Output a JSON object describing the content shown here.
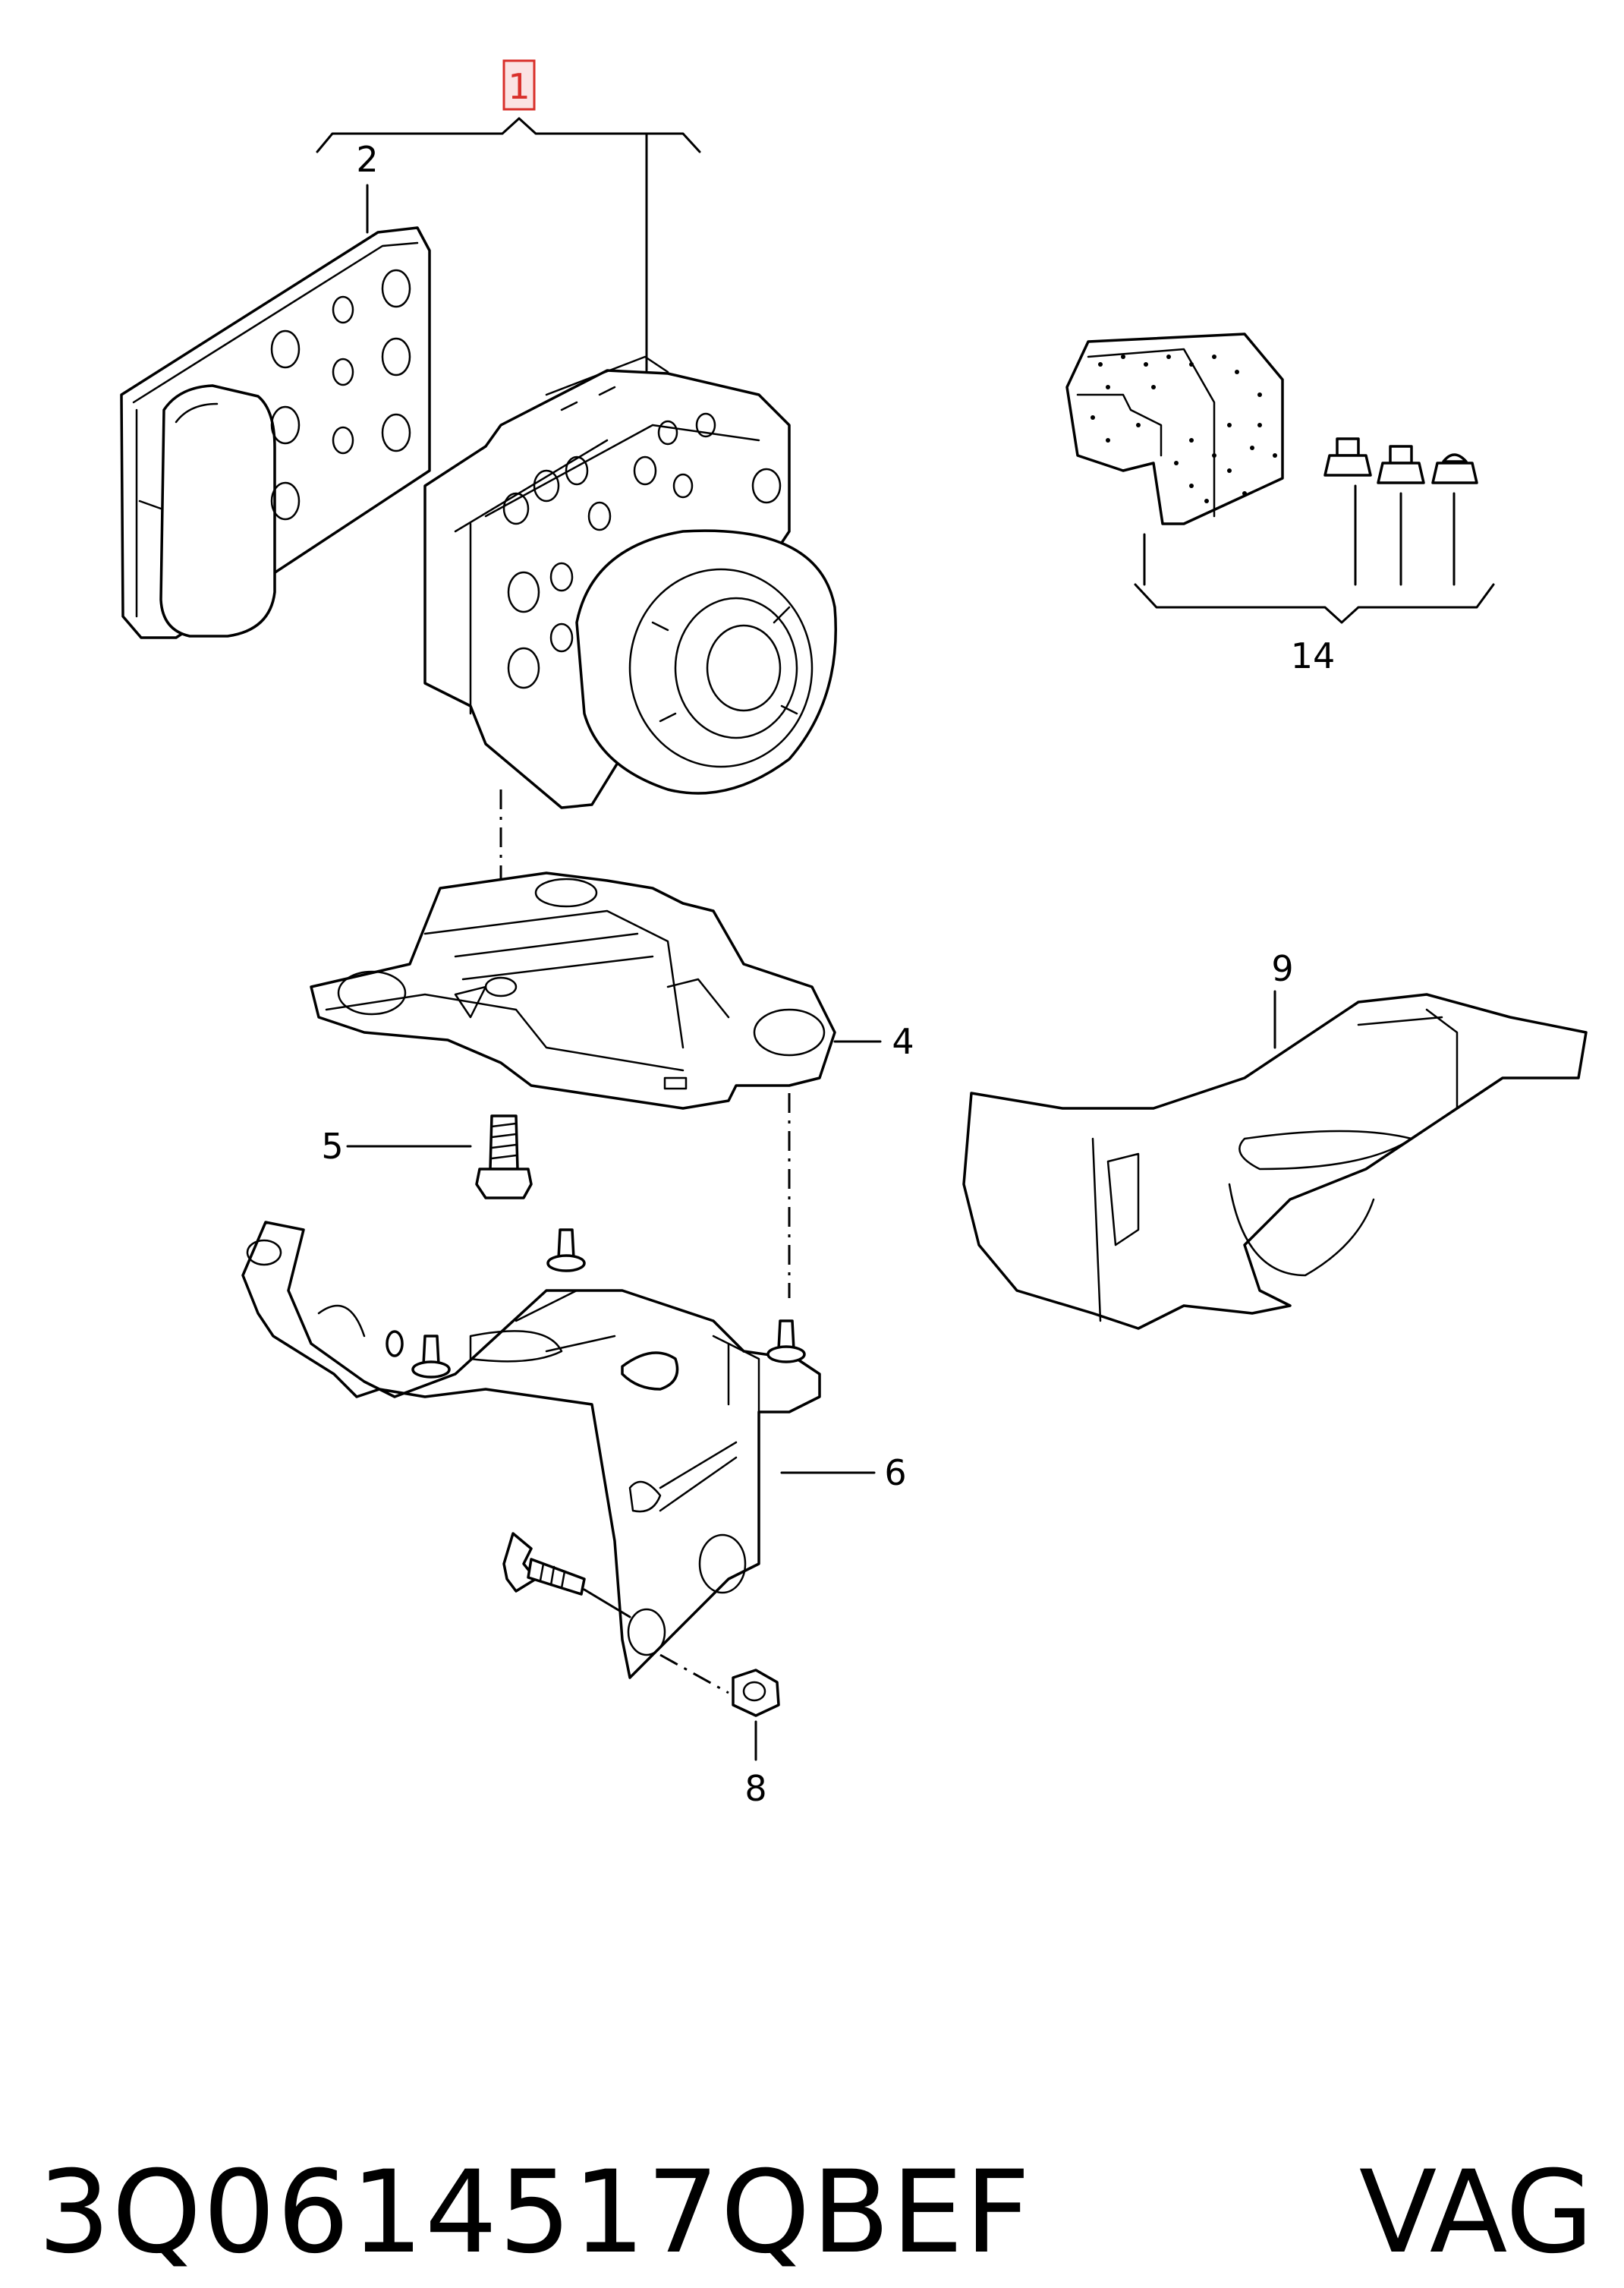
{
  "diagram": {
    "callouts": [
      {
        "id": "1",
        "label": "1",
        "highlighted": true
      },
      {
        "id": "2",
        "label": "2"
      },
      {
        "id": "4",
        "label": "4"
      },
      {
        "id": "5",
        "label": "5"
      },
      {
        "id": "6",
        "label": "6"
      },
      {
        "id": "8",
        "label": "8"
      },
      {
        "id": "9",
        "label": "9"
      },
      {
        "id": "14",
        "label": "14"
      }
    ],
    "highlight_color": "#d9302b",
    "highlight_fill": "#fbe3e3"
  },
  "footer": {
    "part_number": "3Q0614517QBEF",
    "brand": "VAG"
  }
}
